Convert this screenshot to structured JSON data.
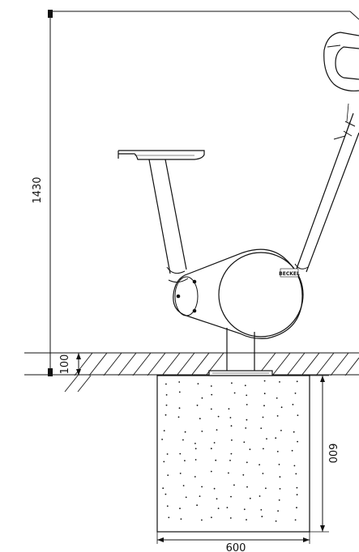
{
  "drawing": {
    "dimensions": {
      "total_height": "1430",
      "ground_layer": "100",
      "foundation_depth": "600",
      "foundation_width": "600"
    },
    "marking": "BECKEL"
  }
}
